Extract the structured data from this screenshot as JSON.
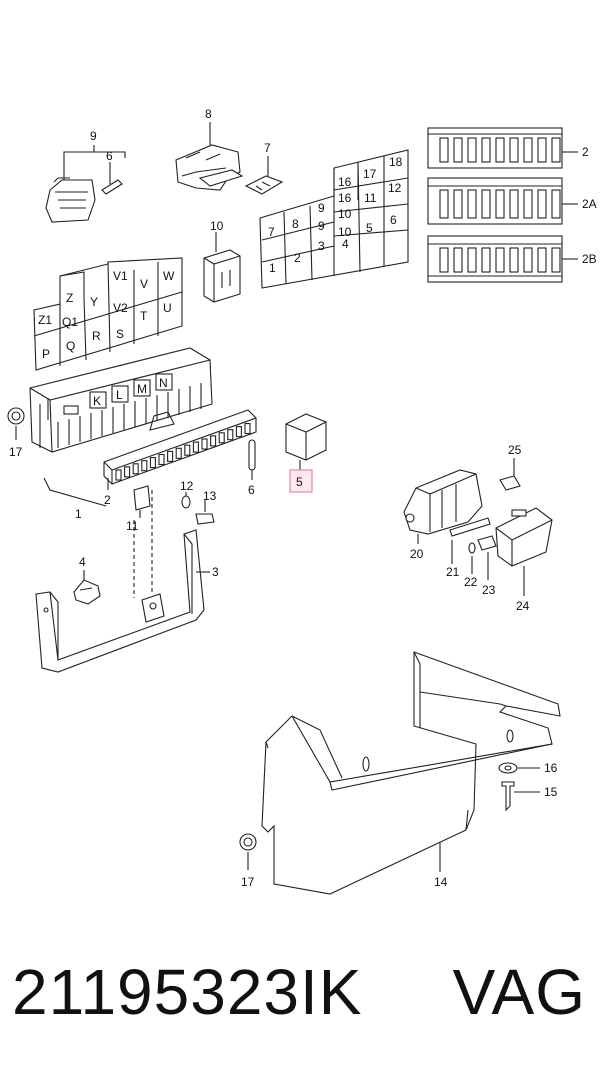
{
  "callouts": [
    {
      "id": "9",
      "text": "9"
    },
    {
      "id": "6a",
      "text": "6"
    },
    {
      "id": "8",
      "text": "8"
    },
    {
      "id": "7",
      "text": "7"
    },
    {
      "id": "2",
      "text": "2"
    },
    {
      "id": "2A",
      "text": "2A"
    },
    {
      "id": "2B",
      "text": "2B"
    },
    {
      "id": "10",
      "text": "10"
    },
    {
      "id": "17a",
      "text": "17"
    },
    {
      "id": "5",
      "text": "5"
    },
    {
      "id": "6b",
      "text": "6"
    },
    {
      "id": "1",
      "text": "1"
    },
    {
      "id": "2c",
      "text": "2"
    },
    {
      "id": "11",
      "text": "11"
    },
    {
      "id": "12",
      "text": "12"
    },
    {
      "id": "13",
      "text": "13"
    },
    {
      "id": "25",
      "text": "25"
    },
    {
      "id": "20",
      "text": "20"
    },
    {
      "id": "21",
      "text": "21"
    },
    {
      "id": "22",
      "text": "22"
    },
    {
      "id": "23",
      "text": "23"
    },
    {
      "id": "24",
      "text": "24"
    },
    {
      "id": "4",
      "text": "4"
    },
    {
      "id": "3",
      "text": "3"
    },
    {
      "id": "16",
      "text": "16"
    },
    {
      "id": "15",
      "text": "15"
    },
    {
      "id": "17b",
      "text": "17"
    },
    {
      "id": "14",
      "text": "14"
    }
  ],
  "left_grid_labels": [
    "Z1",
    "Q1",
    "Z",
    "Y",
    "V1",
    "V",
    "W",
    "V2",
    "T",
    "U",
    "P",
    "Q",
    "R",
    "S"
  ],
  "right_grid_labels": [
    "7",
    "8",
    "9",
    "16",
    "17",
    "18",
    "1",
    "2",
    "3",
    "4",
    "10",
    "16",
    "9",
    "10",
    "11",
    "12",
    "5",
    "6"
  ],
  "relay_labels": [
    "K",
    "L",
    "M",
    "N"
  ],
  "footer": {
    "part_number": "21195323IK",
    "brand": "VAG"
  }
}
